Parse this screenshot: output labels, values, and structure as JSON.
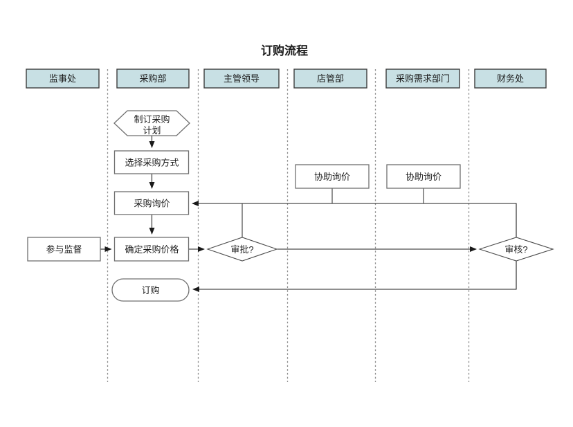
{
  "title": "订购流程",
  "colors": {
    "lane_header_fill": "#c8e0e4",
    "lane_header_border": "#3d3d3d",
    "shape_border": "#6f6f6f",
    "connector": "#1f1f1f",
    "lane_divider": "#8c8c8c",
    "background": "#ffffff"
  },
  "lanes": [
    {
      "label": "监事处"
    },
    {
      "label": "采购部"
    },
    {
      "label": "主管领导"
    },
    {
      "label": "店管部"
    },
    {
      "label": "采购需求部门"
    },
    {
      "label": "财务处"
    }
  ],
  "nodes": {
    "plan": {
      "type": "hexagon",
      "lane": "采购部",
      "label_line1": "制订采购",
      "label_line2": "计划"
    },
    "choose_method": {
      "type": "process",
      "lane": "采购部",
      "label": "选择采购方式"
    },
    "inquiry": {
      "type": "process",
      "lane": "采购部",
      "label": "采购询价"
    },
    "determine_price": {
      "type": "process",
      "lane": "采购部",
      "label": "确定采购价格"
    },
    "order": {
      "type": "terminator",
      "lane": "采购部",
      "label": "订购"
    },
    "supervise": {
      "type": "process",
      "lane": "监事处",
      "label": "参与监督"
    },
    "approve": {
      "type": "decision",
      "lane": "主管领导",
      "label": "审批?"
    },
    "assist_inquiry_store": {
      "type": "process",
      "lane": "店管部",
      "label": "协助询价"
    },
    "assist_inquiry_demand": {
      "type": "process",
      "lane": "采购需求部门",
      "label": "协助询价"
    },
    "review": {
      "type": "decision",
      "lane": "财务处",
      "label": "审核?"
    }
  }
}
